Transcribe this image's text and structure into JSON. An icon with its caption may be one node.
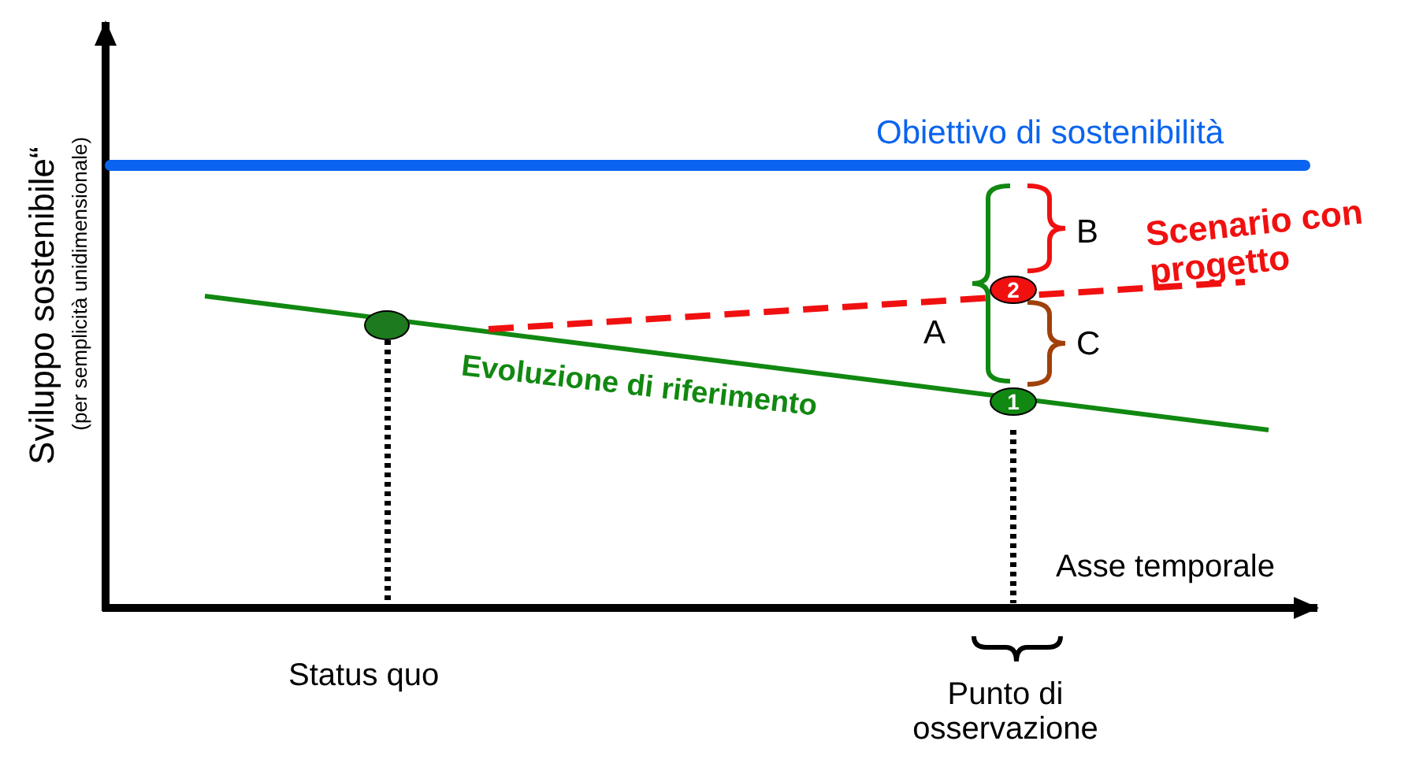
{
  "diagram": {
    "nodes": [
      {
        "text": [],
        "shape": "circle"
      },
      {
        "text": [
          "2"
        ]
      },
      {
        "text": [
          "1"
        ]
      }
    ],
    "edges": [],
    "labels": [
      "Obiettivo di sostenibilità",
      "Sviluppo sostenibile“",
      "(per semplicità unidimensionale)",
      "B",
      "Scenario con progetto",
      "A",
      "C",
      "Evoluzione di riferimento",
      "Asse temporale",
      "Status quo",
      "Punto di osservazione"
    ]
  }
}
